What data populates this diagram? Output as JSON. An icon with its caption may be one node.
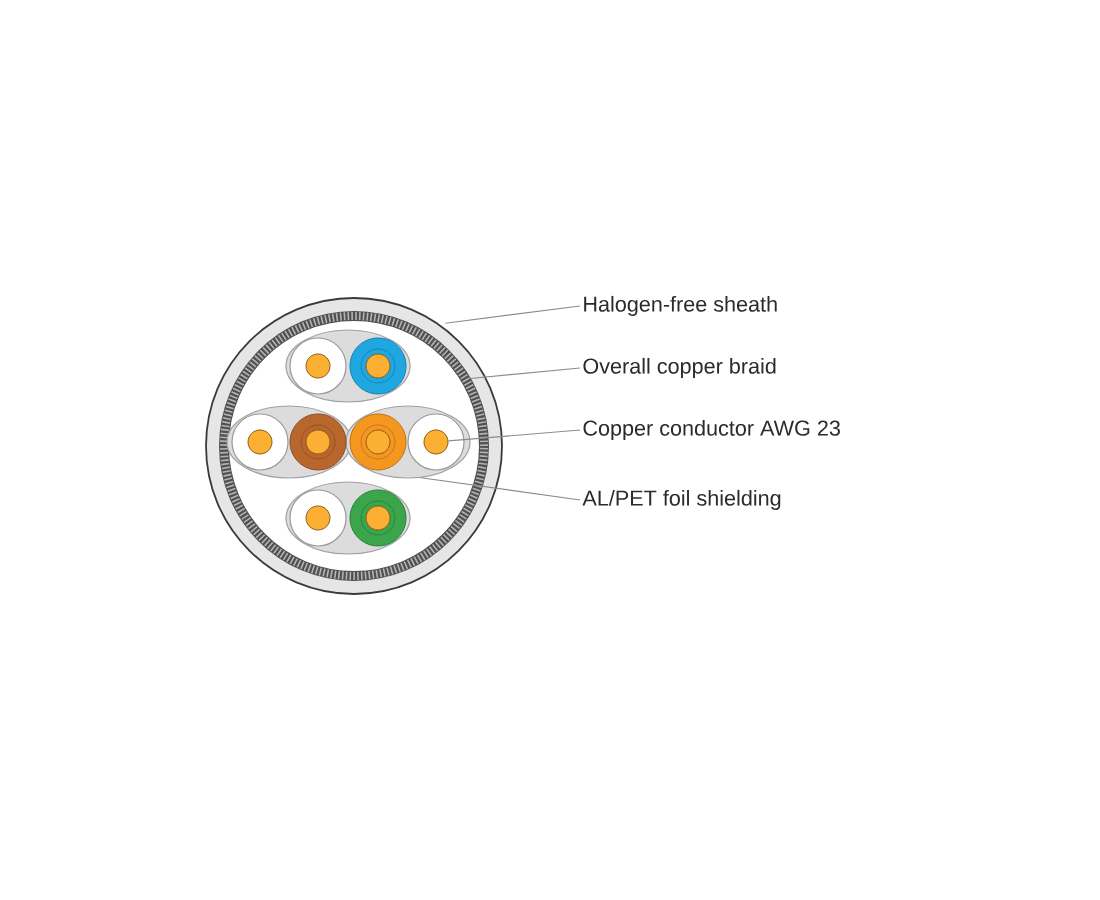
{
  "diagram": {
    "nodes": [
      {
        "text": [],
        "shape": "circle"
      },
      {
        "text": [],
        "shape": "circle",
        "in": 0
      },
      {
        "text": [],
        "shape": "ellipse",
        "in": 1
      },
      {
        "text": [],
        "shape": "circle",
        "in": 2
      },
      {
        "text": [],
        "shape": "circle",
        "in": 2
      },
      {
        "text": [],
        "shape": "ellipse",
        "in": 1
      },
      {
        "text": [],
        "shape": "circle",
        "in": 5
      },
      {
        "text": [],
        "shape": "circle",
        "in": 5
      },
      {
        "text": [],
        "shape": "ellipse",
        "in": 1
      },
      {
        "text": [],
        "shape": "circle",
        "in": 8
      },
      {
        "text": [],
        "shape": "circle",
        "in": 8
      },
      {
        "text": [],
        "shape": "ellipse",
        "in": 1
      },
      {
        "text": [],
        "shape": "circle",
        "in": 11
      },
      {
        "text": [],
        "shape": "circle",
        "in": 11
      },
      {
        "text": [
          "Halogen-free sheath"
        ]
      },
      {
        "text": [
          "Overall copper braid"
        ]
      },
      {
        "text": [
          "Copper conductor AWG 23"
        ]
      },
      {
        "text": [
          "AL/PET foil shielding"
        ]
      }
    ],
    "edges": [
      {
        "from": 14,
        "to": 0,
        "arrow": "none"
      },
      {
        "from": 15,
        "to": 1,
        "arrow": "none"
      },
      {
        "from": 16,
        "to": 10,
        "arrow": "none"
      },
      {
        "from": 17,
        "to": 8,
        "arrow": "none"
      }
    ]
  }
}
